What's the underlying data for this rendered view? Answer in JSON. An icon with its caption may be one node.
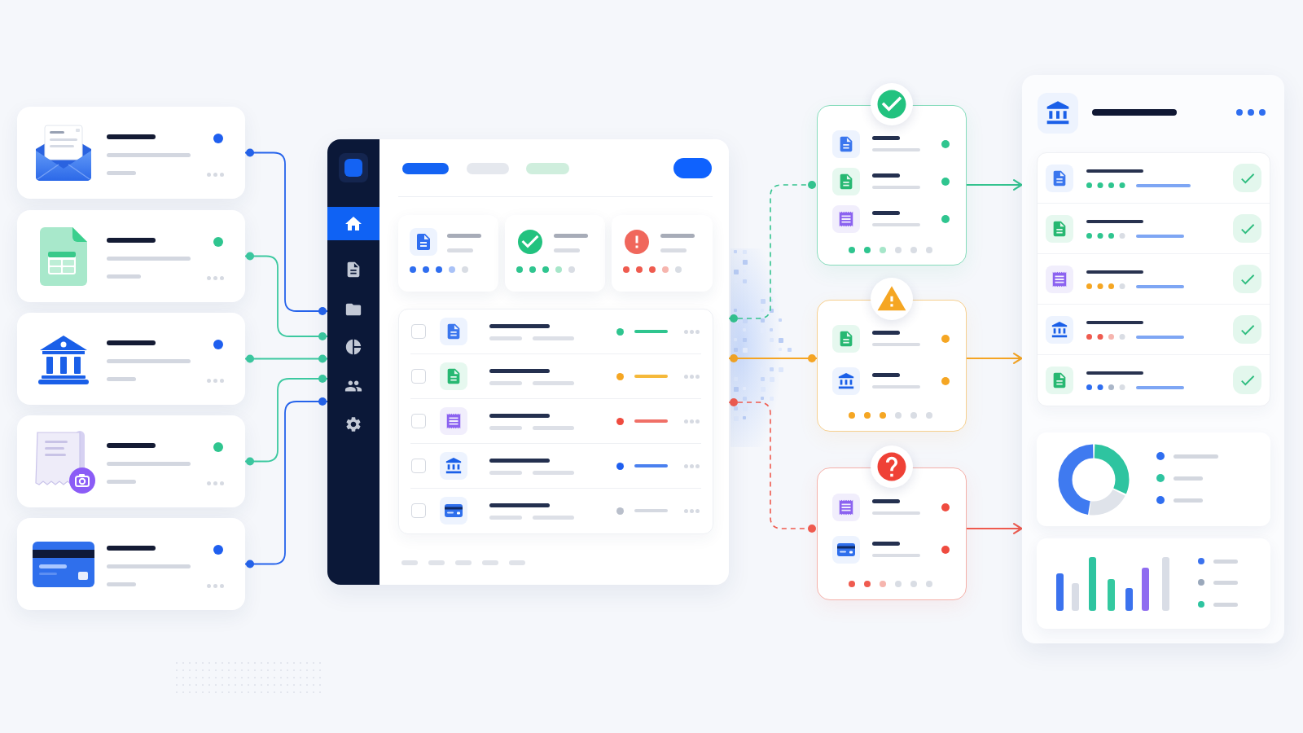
{
  "diagram": {
    "nodes": [
      {
        "text": [],
        "shape": "box"
      },
      {
        "text": [],
        "shape": "box"
      },
      {
        "text": [],
        "shape": "box"
      },
      {
        "text": [],
        "shape": "box"
      },
      {
        "text": [],
        "shape": "box"
      },
      {
        "text": [],
        "shape": "box"
      },
      {
        "text": [],
        "shape": "box"
      },
      {
        "text": [],
        "shape": "box"
      },
      {
        "text": [],
        "shape": "box"
      },
      {
        "text": [],
        "shape": "box"
      }
    ],
    "edges": [
      {
        "from": 0,
        "to": 5,
        "arrow": "other",
        "color": "#2563eb"
      },
      {
        "from": 1,
        "to": 5,
        "arrow": "other",
        "color": "#3cc9a0"
      },
      {
        "from": 2,
        "to": 5,
        "arrow": "other",
        "color": "#3cc9a0"
      },
      {
        "from": 3,
        "to": 5,
        "arrow": "other",
        "color": "#3cc9a0"
      },
      {
        "from": 4,
        "to": 5,
        "arrow": "other",
        "color": "#2563eb"
      },
      {
        "from": 5,
        "to": 6,
        "arrow": "other",
        "style": "dashed",
        "color": "#34c38f"
      },
      {
        "from": 5,
        "to": 7,
        "arrow": "other",
        "color": "#f5a524"
      },
      {
        "from": 5,
        "to": 8,
        "arrow": "other",
        "style": "dashed",
        "color": "#ef5b4f"
      },
      {
        "from": 6,
        "to": 9,
        "arrow": "to",
        "color": "#34c38f"
      },
      {
        "from": 7,
        "to": 9,
        "arrow": "to",
        "color": "#f5a524"
      },
      {
        "from": 8,
        "to": 9,
        "arrow": "to",
        "color": "#ef5b4f"
      }
    ]
  }
}
